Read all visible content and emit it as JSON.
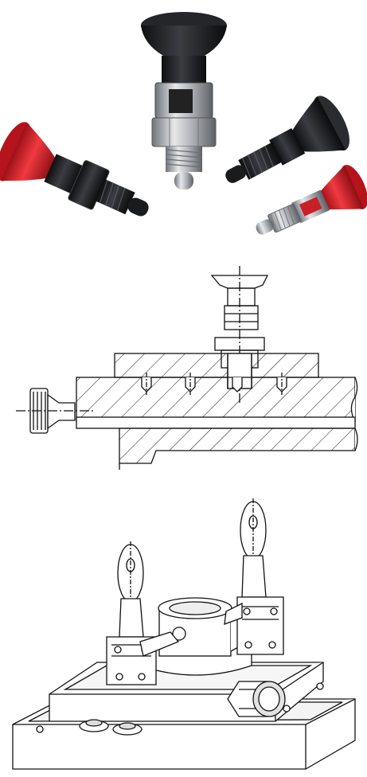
{
  "panels": {
    "photo": {
      "subject": "indexing-plungers-photo"
    },
    "section": {
      "subject": "indexing-plunger-section-drawing"
    },
    "fixture": {
      "subject": "clamping-fixture-drawing"
    }
  },
  "colors": {
    "knob_black": "#1e1f22",
    "knob_red": "#d6212a",
    "steel": "#b9bcc0",
    "line": "#111111",
    "background": "#ffffff"
  }
}
